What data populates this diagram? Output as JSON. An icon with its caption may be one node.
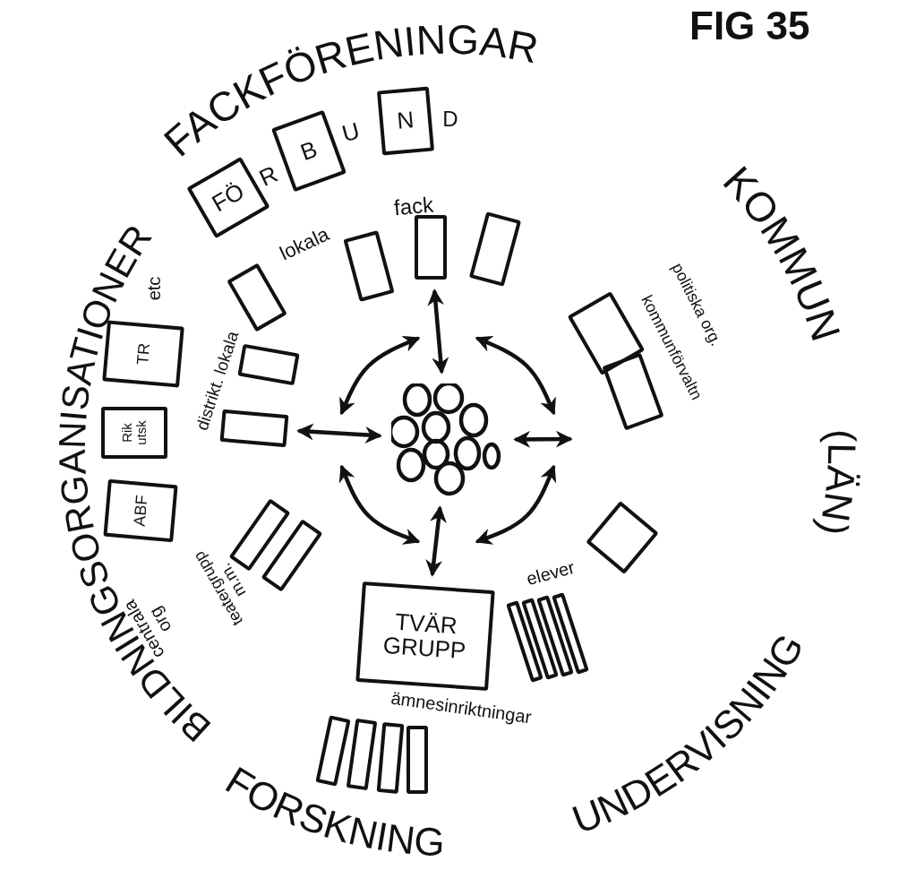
{
  "diagram": {
    "title": "FIG 35",
    "nodes": [
      {
        "text": [
          "FÖ"
        ]
      },
      {
        "text": [
          "B"
        ]
      },
      {
        "text": [
          "N"
        ]
      },
      {
        "text": [],
        "shape": "box"
      },
      {
        "text": [],
        "shape": "box"
      },
      {
        "text": [],
        "shape": "box"
      },
      {
        "text": [],
        "shape": "box"
      },
      {
        "text": [
          "TR"
        ]
      },
      {
        "text": [
          "Rik utsk"
        ]
      },
      {
        "text": [
          "ABF"
        ]
      },
      {
        "text": [],
        "shape": "box"
      },
      {
        "text": [],
        "shape": "box"
      },
      {
        "text": [],
        "shape": "box"
      },
      {
        "text": [],
        "shape": "box"
      },
      {
        "text": [],
        "shape": "circle"
      },
      {
        "text": [],
        "shape": "box"
      },
      {
        "text": [],
        "shape": "box"
      },
      {
        "text": [],
        "shape": "box"
      },
      {
        "text": [
          "TVÄR GRUPP"
        ]
      },
      {
        "text": [],
        "shape": "box"
      },
      {
        "text": [],
        "shape": "box"
      },
      {
        "text": [],
        "shape": "box"
      },
      {
        "text": [],
        "shape": "box"
      },
      {
        "text": [],
        "shape": "box"
      },
      {
        "text": [],
        "shape": "box"
      },
      {
        "text": [],
        "shape": "box"
      },
      {
        "text": [],
        "shape": "box"
      }
    ],
    "edges": [
      {
        "from": 14,
        "to": 5,
        "arrow": "both"
      },
      {
        "from": 14,
        "to": 18,
        "arrow": "both"
      },
      {
        "from": 14,
        "to": 11,
        "arrow": "both"
      },
      {
        "from": 14,
        "to": null,
        "arrow": "both"
      }
    ],
    "labels": [
      "FACKFÖRENINGAR",
      "R",
      "U",
      "D",
      "fack",
      "lokala",
      "etc",
      "KOMMUN",
      "politiska org.",
      "kommunförvaltn",
      "distrikt. lokala",
      "BILDNINGSORGANISATIONER",
      "(LÄN)",
      "teatergrupp m.m.",
      "centrala org",
      "elever",
      "ämnesinriktningar",
      "UNDERVISNING",
      "FORSKNING"
    ]
  }
}
